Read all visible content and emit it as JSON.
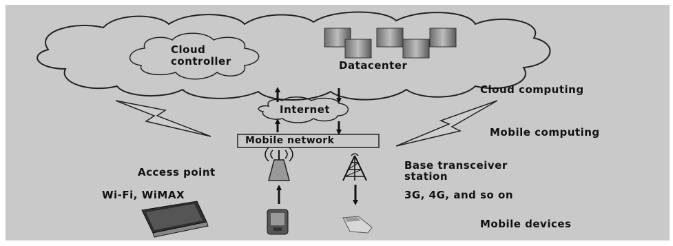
{
  "diagram": {
    "cloud_controller": "Cloud\ncontroller",
    "datacenter": "Datacenter",
    "internet": "Internet",
    "mobile_network": "Mobile network",
    "access_point": "Access point",
    "base_station": "Base transceiver\nstation",
    "wifi": "Wi-Fi, WiMAX",
    "cellular": "3G, 4G, and so on",
    "cloud_computing": "Cloud computing",
    "mobile_computing": "Mobile computing",
    "mobile_devices": "Mobile devices"
  }
}
